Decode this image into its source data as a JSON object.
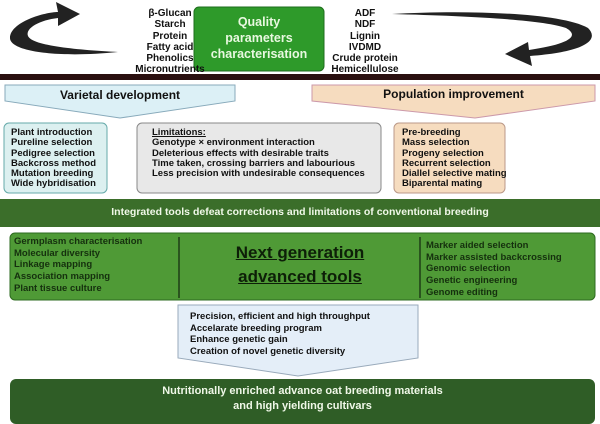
{
  "top": {
    "left_params": [
      "β-Glucan",
      "Starch",
      "Protein",
      "Fatty acid",
      "Phenolics",
      "Micronutrients"
    ],
    "center": [
      "Quality",
      "parameters",
      "characterisation"
    ],
    "right_params": [
      "ADF",
      "NDF",
      "Lignin",
      "IVDMD",
      "Crude protein",
      "Hemicellulose"
    ]
  },
  "varietal": {
    "title": "Varietal development",
    "items": [
      "Plant introduction",
      "Pureline selection",
      "Pedigree selection",
      "Backcross method",
      "Mutation breeding",
      "Wide hybridisation"
    ]
  },
  "limitations": {
    "title": "Limitations:",
    "items": [
      "Genotype × environment interaction",
      "Deleterious effects with desirable traits",
      "Time taken, crossing barriers and labourious",
      "Less precision with undesirable consequences"
    ]
  },
  "population": {
    "title": "Population improvement",
    "items": [
      "Pre-breeding",
      "Mass selection",
      "Progeny selection",
      "Recurrent selection",
      "Diallel selective mating",
      "Biparental mating"
    ]
  },
  "integrated": "Integrated tools defeat corrections and limitations of conventional breeding",
  "nextgen": {
    "left": [
      "Germplasm characterisation",
      "Molecular diversity",
      "Linkage mapping",
      "Association mapping",
      "Plant tissue culture"
    ],
    "title": [
      "Next generation",
      "advanced tools"
    ],
    "right": [
      "Marker aided selection",
      "Marker assisted backcrossing",
      "Genomic selection",
      "Genetic engineering",
      "Genome editing"
    ]
  },
  "benefits": [
    "Precision, efficient and high throughput",
    "Accelarate breeding program",
    "Enhance genetic gain",
    "Creation of novel genetic diversity"
  ],
  "outcome": [
    "Nutritionally enriched advance oat breeding materials",
    "and high yielding cultivars"
  ]
}
